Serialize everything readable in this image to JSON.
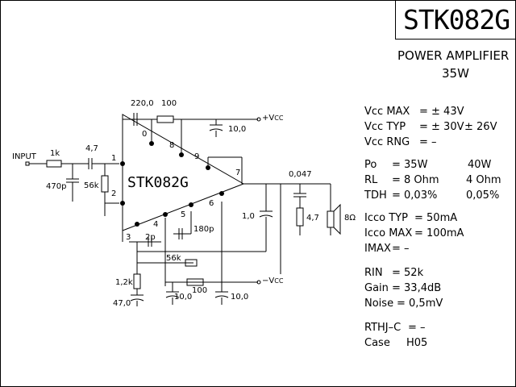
{
  "title": {
    "part_number": "STK082G",
    "subtitle": "POWER AMPLIFIER",
    "power": "35W"
  },
  "chip_label": "STK082G",
  "schematic": {
    "input_label": "INPUT",
    "vcc_pos_label": "+V",
    "vcc_neg_label": "−V",
    "vcc_sub": "CC",
    "speaker_label": "8Ω",
    "pins": [
      "0",
      "1",
      "2",
      "3",
      "4",
      "5",
      "6",
      "7",
      "8",
      "9"
    ],
    "components": {
      "r_1k": "1k",
      "c_4_7": "4,7",
      "c_470p": "470p",
      "r_56k_in": "56k",
      "c_220": "220,0",
      "r_100_top": "100",
      "c_10_top": "10,0",
      "c_0_047": "0,047",
      "c_1_0": "1,0",
      "r_4_7": "4,7",
      "c_2p": "2p",
      "c_180p": "180p",
      "r_56k_fb": "56k",
      "r_1_2k": "1,2k",
      "c_47": "47,0",
      "c_10_a": "10,0",
      "r_100_bot": "100",
      "c_10_b": "10,0"
    }
  },
  "specs": {
    "vcc_max": {
      "label": "Vcc MAX",
      "value": "= ± 43V"
    },
    "vcc_typ": {
      "label": "Vcc TYP",
      "value": "= ± 30V",
      "value2": "± 26V"
    },
    "vcc_rng": {
      "label": "Vcc RNG",
      "value": "=   –"
    },
    "po": {
      "label": "Po",
      "value": "= 35W",
      "value2": "40W"
    },
    "rl": {
      "label": "RL",
      "value": "= 8 Ohm",
      "value2": "4 Ohm"
    },
    "tdh": {
      "label": "TDH",
      "value": "= 0,03%",
      "value2": "0,05%"
    },
    "icco_typ": {
      "label": "Icco TYP",
      "value": "= 50mA"
    },
    "icco_max": {
      "label": "Icco MAX",
      "value": "= 100mA"
    },
    "imax": {
      "label": "IMAX",
      "value": "=    –"
    },
    "rin": {
      "label": "RIN",
      "value": "=   52k"
    },
    "gain": {
      "label": "Gain",
      "value": "=   33,4dB"
    },
    "noise": {
      "label": "Noise",
      "value": "=   0,5mV"
    },
    "rthj": {
      "label": "RTHJ–C",
      "value": "=  –"
    },
    "case": {
      "label": "Case",
      "value": "H05"
    }
  }
}
